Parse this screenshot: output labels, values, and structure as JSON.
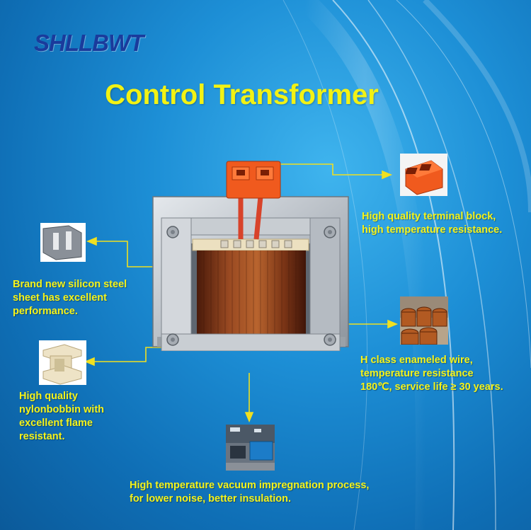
{
  "brand": {
    "logo_text": "SHLLBWT"
  },
  "title": "Control Transformer",
  "features": {
    "terminal_block": {
      "lines": [
        "High quality terminal block,",
        "high temperature resistance."
      ]
    },
    "silicon_steel": {
      "lines": [
        "Brand new silicon steel",
        "sheet has excellent",
        "performance."
      ]
    },
    "enameled_wire": {
      "lines": [
        "H class enameled wire,",
        "temperature resistance",
        "180℃, service life ≥ 30 years."
      ]
    },
    "nylon_bobbin": {
      "lines": [
        "High quality",
        "nylonbobbin with",
        "excellent flame",
        "resistant."
      ]
    },
    "vacuum_process": {
      "lines": [
        "High temperature vacuum impregnation process,",
        "for lower noise, better insulation."
      ]
    }
  },
  "colors": {
    "background": "#1d8fd6",
    "text_accent": "#f5f31a",
    "logo": "#1a3b9c",
    "connector_lines": "#f0e020",
    "terminal_orange": "#f05a1e",
    "copper": "#8a3a1a"
  }
}
